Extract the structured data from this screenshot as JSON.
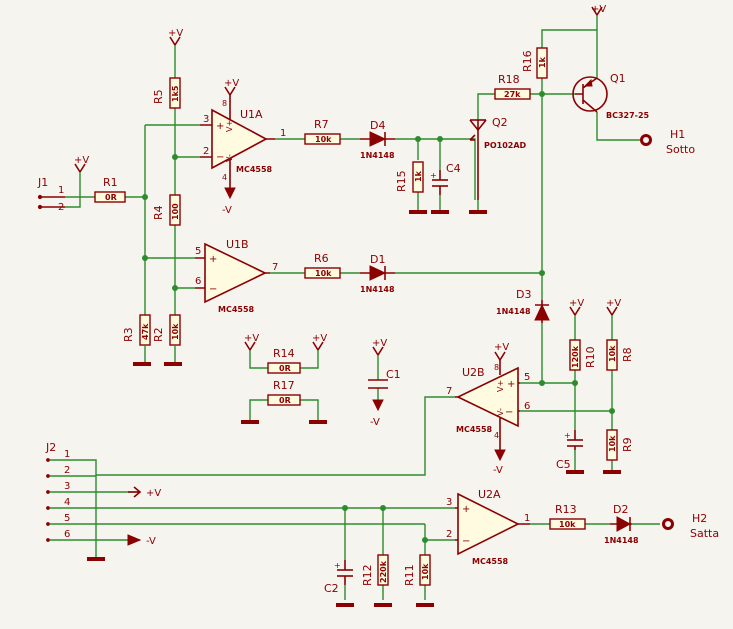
{
  "components": {
    "J1": {
      "ref": "J1",
      "pins": [
        "1",
        "2"
      ]
    },
    "J2": {
      "ref": "J2",
      "pins": [
        "1",
        "2",
        "3",
        "4",
        "5",
        "6"
      ]
    },
    "R1": {
      "ref": "R1",
      "value": "0R"
    },
    "R2": {
      "ref": "R2",
      "value": "10k"
    },
    "R3": {
      "ref": "R3",
      "value": "47k"
    },
    "R4": {
      "ref": "R4",
      "value": "100"
    },
    "R5": {
      "ref": "R5",
      "value": "1k5"
    },
    "R6": {
      "ref": "R6",
      "value": "10k"
    },
    "R7": {
      "ref": "R7",
      "value": "10k"
    },
    "R8": {
      "ref": "R8",
      "value": "10k"
    },
    "R9": {
      "ref": "R9",
      "value": "10k"
    },
    "R10": {
      "ref": "R10",
      "value": "120k"
    },
    "R11": {
      "ref": "R11",
      "value": "10k"
    },
    "R12": {
      "ref": "R12",
      "value": "220k"
    },
    "R13": {
      "ref": "R13",
      "value": "10k"
    },
    "R14": {
      "ref": "R14",
      "value": "0R"
    },
    "R15": {
      "ref": "R15",
      "value": "1k"
    },
    "R16": {
      "ref": "R16",
      "value": "1k"
    },
    "R17": {
      "ref": "R17",
      "value": "0R"
    },
    "R18": {
      "ref": "R18",
      "value": "27k"
    },
    "C1": {
      "ref": "C1"
    },
    "C2": {
      "ref": "C2"
    },
    "C4": {
      "ref": "C4"
    },
    "C5": {
      "ref": "C5"
    },
    "D1": {
      "ref": "D1",
      "value": "1N4148"
    },
    "D2": {
      "ref": "D2",
      "value": "1N4148"
    },
    "D3": {
      "ref": "D3",
      "value": "1N4148"
    },
    "D4": {
      "ref": "D4",
      "value": "1N4148"
    },
    "Q1": {
      "ref": "Q1",
      "value": "BC327-25"
    },
    "Q2": {
      "ref": "Q2",
      "value": "PO102AD"
    },
    "U1A": {
      "ref": "U1A",
      "value": "MC4558",
      "pins": {
        "plus": "3",
        "minus": "2",
        "out": "1",
        "vp": "8",
        "vm": "4"
      }
    },
    "U1B": {
      "ref": "U1B",
      "value": "MC4558",
      "pins": {
        "plus": "5",
        "minus": "6",
        "out": "7"
      }
    },
    "U2A": {
      "ref": "U2A",
      "value": "MC4558",
      "pins": {
        "plus": "3",
        "minus": "2",
        "out": "1"
      }
    },
    "U2B": {
      "ref": "U2B",
      "value": "MC4558",
      "pins": {
        "plus": "5",
        "minus": "6",
        "out": "7",
        "vp": "8",
        "vm": "4"
      }
    },
    "H1": {
      "ref": "H1",
      "value": "Sotto"
    },
    "H2": {
      "ref": "H2",
      "value": "Satta"
    }
  },
  "power": {
    "pos": "+V",
    "neg": "-V"
  },
  "opamp_symbols": {
    "plus": "+",
    "minus": "−",
    "vplus": "V+",
    "vminus": "V-"
  }
}
